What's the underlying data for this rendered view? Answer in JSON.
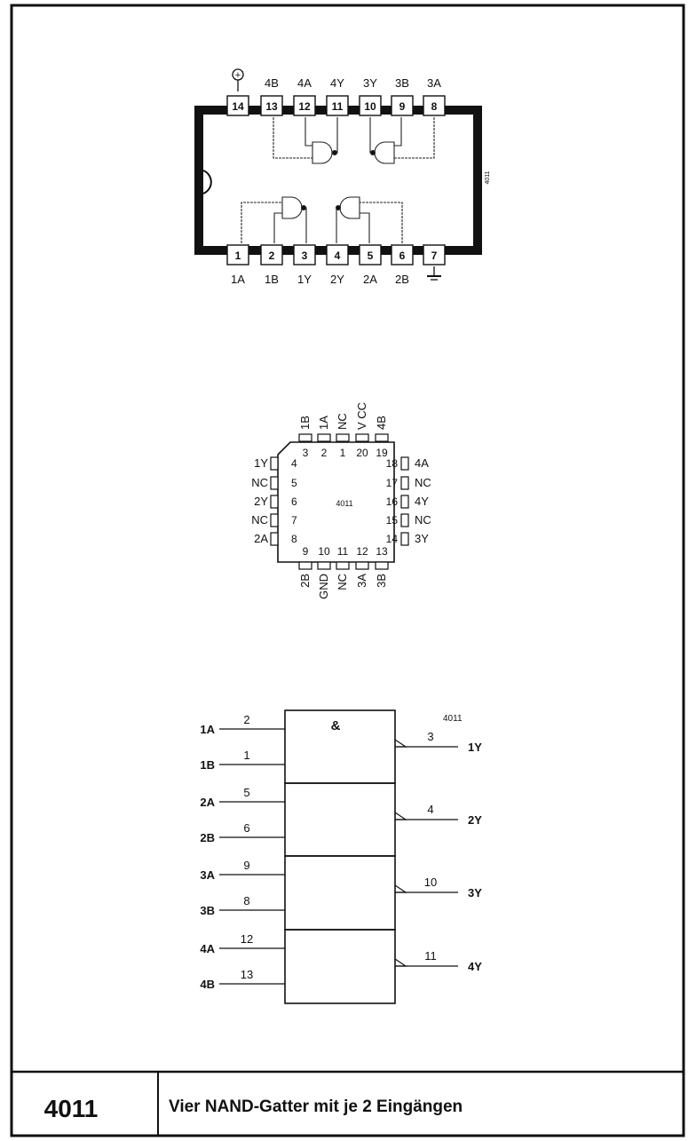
{
  "dip": {
    "chip_label": "4011",
    "top_pins": [
      {
        "num": "14",
        "name": ""
      },
      {
        "num": "13",
        "name": "4B"
      },
      {
        "num": "12",
        "name": "4A"
      },
      {
        "num": "11",
        "name": "4Y"
      },
      {
        "num": "10",
        "name": "3Y"
      },
      {
        "num": "9",
        "name": "3B"
      },
      {
        "num": "8",
        "name": "3A"
      }
    ],
    "bottom_pins": [
      {
        "num": "1",
        "name": "1A"
      },
      {
        "num": "2",
        "name": "1B"
      },
      {
        "num": "3",
        "name": "1Y"
      },
      {
        "num": "4",
        "name": "2Y"
      },
      {
        "num": "5",
        "name": "2A"
      },
      {
        "num": "6",
        "name": "2B"
      },
      {
        "num": "7",
        "name": ""
      }
    ],
    "supply_symbol": "+"
  },
  "plcc": {
    "chip_label": "4011",
    "top_pins": [
      {
        "num": "3",
        "name": "1B"
      },
      {
        "num": "2",
        "name": "1A"
      },
      {
        "num": "1",
        "name": "NC"
      },
      {
        "num": "20",
        "name": "V CC"
      },
      {
        "num": "19",
        "name": "4B"
      }
    ],
    "left_pins": [
      {
        "num": "4",
        "name": "1Y"
      },
      {
        "num": "5",
        "name": "NC"
      },
      {
        "num": "6",
        "name": "2Y"
      },
      {
        "num": "7",
        "name": "NC"
      },
      {
        "num": "8",
        "name": "2A"
      }
    ],
    "right_pins": [
      {
        "num": "18",
        "name": "4A"
      },
      {
        "num": "17",
        "name": "NC"
      },
      {
        "num": "16",
        "name": "4Y"
      },
      {
        "num": "15",
        "name": "NC"
      },
      {
        "num": "14",
        "name": "3Y"
      }
    ],
    "bottom_pins": [
      {
        "num": "9",
        "name": "2B"
      },
      {
        "num": "10",
        "name": "GND"
      },
      {
        "num": "11",
        "name": "NC"
      },
      {
        "num": "12",
        "name": "3A"
      },
      {
        "num": "13",
        "name": "3B"
      }
    ]
  },
  "logic": {
    "chip_label": "4011",
    "and_symbol": "&",
    "gates": [
      {
        "in1_name": "1A",
        "in1_pin": "2",
        "in2_name": "1B",
        "in2_pin": "1",
        "out_name": "1Y",
        "out_pin": "3"
      },
      {
        "in1_name": "2A",
        "in1_pin": "5",
        "in2_name": "2B",
        "in2_pin": "6",
        "out_name": "2Y",
        "out_pin": "4"
      },
      {
        "in1_name": "3A",
        "in1_pin": "9",
        "in2_name": "3B",
        "in2_pin": "8",
        "out_name": "3Y",
        "out_pin": "10"
      },
      {
        "in1_name": "4A",
        "in1_pin": "12",
        "in2_name": "4B",
        "in2_pin": "13",
        "out_name": "4Y",
        "out_pin": "11"
      }
    ]
  },
  "footer": {
    "part_number": "4011",
    "description": "Vier NAND-Gatter mit je 2 Eingängen"
  }
}
